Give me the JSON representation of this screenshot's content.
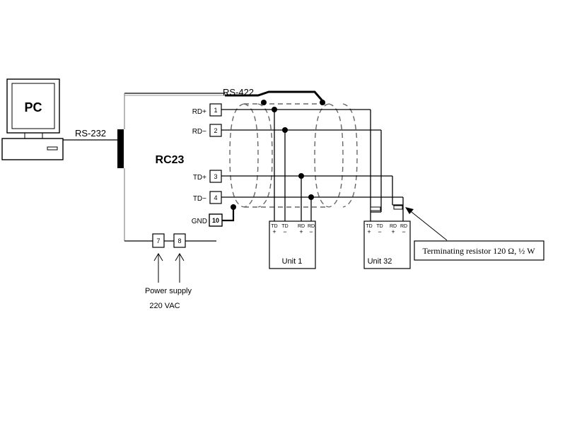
{
  "pc": {
    "label": "PC"
  },
  "rs232": "RS-232",
  "rs422": "RS-422",
  "controller": {
    "name": "RC23",
    "terminals": [
      {
        "pin": "1",
        "signal": "RD+"
      },
      {
        "pin": "2",
        "signal": "RD−"
      },
      {
        "pin": "3",
        "signal": "TD+"
      },
      {
        "pin": "4",
        "signal": "TD−"
      },
      {
        "pin": "10",
        "signal": "GND"
      }
    ],
    "power_terminals": [
      "7",
      "8"
    ]
  },
  "power": {
    "line1": "Power supply",
    "line2": "220 VAC"
  },
  "units": [
    {
      "name": "Unit 1",
      "pins": [
        {
          "top": "TD",
          "sign": "+"
        },
        {
          "top": "TD",
          "sign": "−"
        },
        {
          "top": "RD",
          "sign": "+"
        },
        {
          "top": "RD",
          "sign": "−"
        }
      ]
    },
    {
      "name": "Unit 32",
      "pins": [
        {
          "top": "TD",
          "sign": "+"
        },
        {
          "top": "TD",
          "sign": "−"
        },
        {
          "top": "RD",
          "sign": "+"
        },
        {
          "top": "RD",
          "sign": "−"
        }
      ]
    }
  ],
  "terminator": "Terminating resistor 120 Ω, ½ W"
}
